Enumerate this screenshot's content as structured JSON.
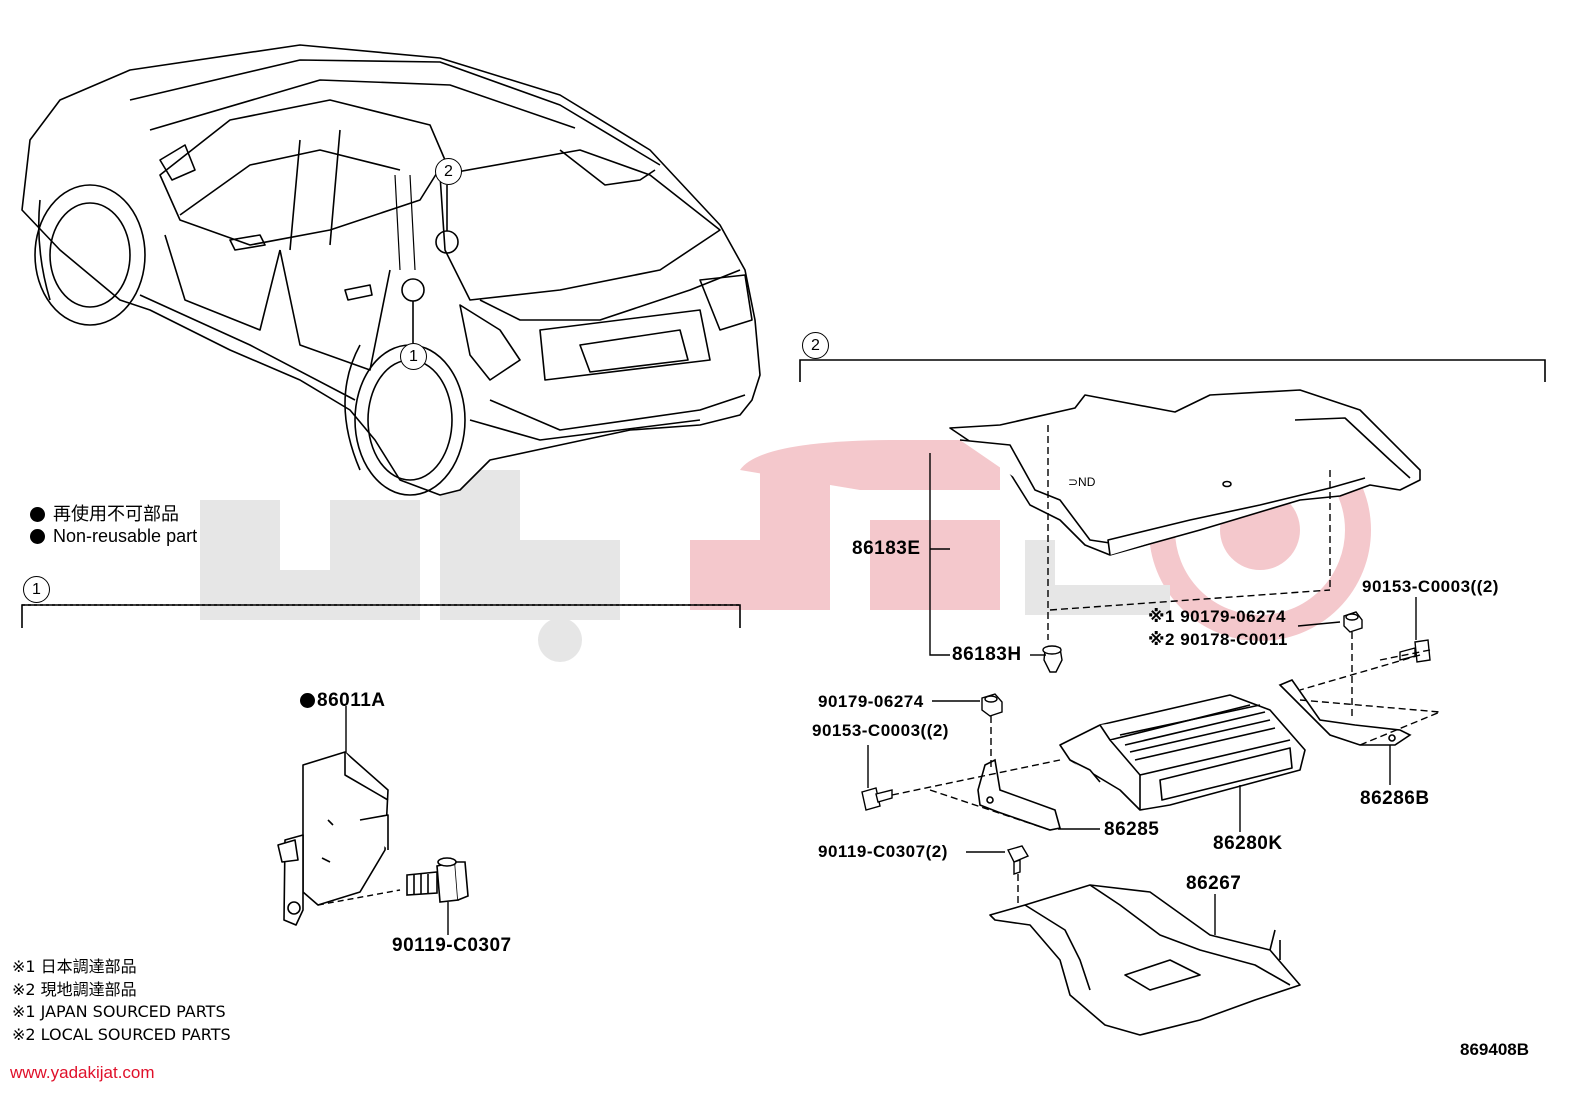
{
  "legend": {
    "symbol_ja": "再使用不可部品",
    "symbol_en": "Non-reusable part"
  },
  "callouts": {
    "c1": "1",
    "c2": "2",
    "c2b": "2",
    "c1b": "1"
  },
  "parts": {
    "p86183E": "86183E",
    "p86183H": "86183H",
    "p86011A": "86011A",
    "p90119_C0307": "90119-C0307",
    "p90179_06274_1": "※1 90179-06274",
    "p90178_C0011": "※2 90178-C0011",
    "p90153_C0003_right": "90153-C0003((2)",
    "p90179_06274_2": "90179-06274",
    "p90153_C0003_left": "90153-C0003((2)",
    "p86285": "86285",
    "p86280K": "86280K",
    "p86286B": "86286B",
    "p90119_C0307_2": "90119-C0307(2)",
    "p86267": "86267"
  },
  "notes": {
    "n1": "※1 日本調達部品",
    "n2": "※2 現地調達部品",
    "n3": "※1 JAPAN SOURCED PARTS",
    "n4": "※2 LOCAL SOURCED PARTS"
  },
  "diagram_code": "869408B",
  "watermark_url": "www.yadakijat.com",
  "colors": {
    "line": "#000000",
    "watermark_gray": "#e4e4e4",
    "watermark_red": "#f2c4c8",
    "site_red": "#e0102a"
  }
}
